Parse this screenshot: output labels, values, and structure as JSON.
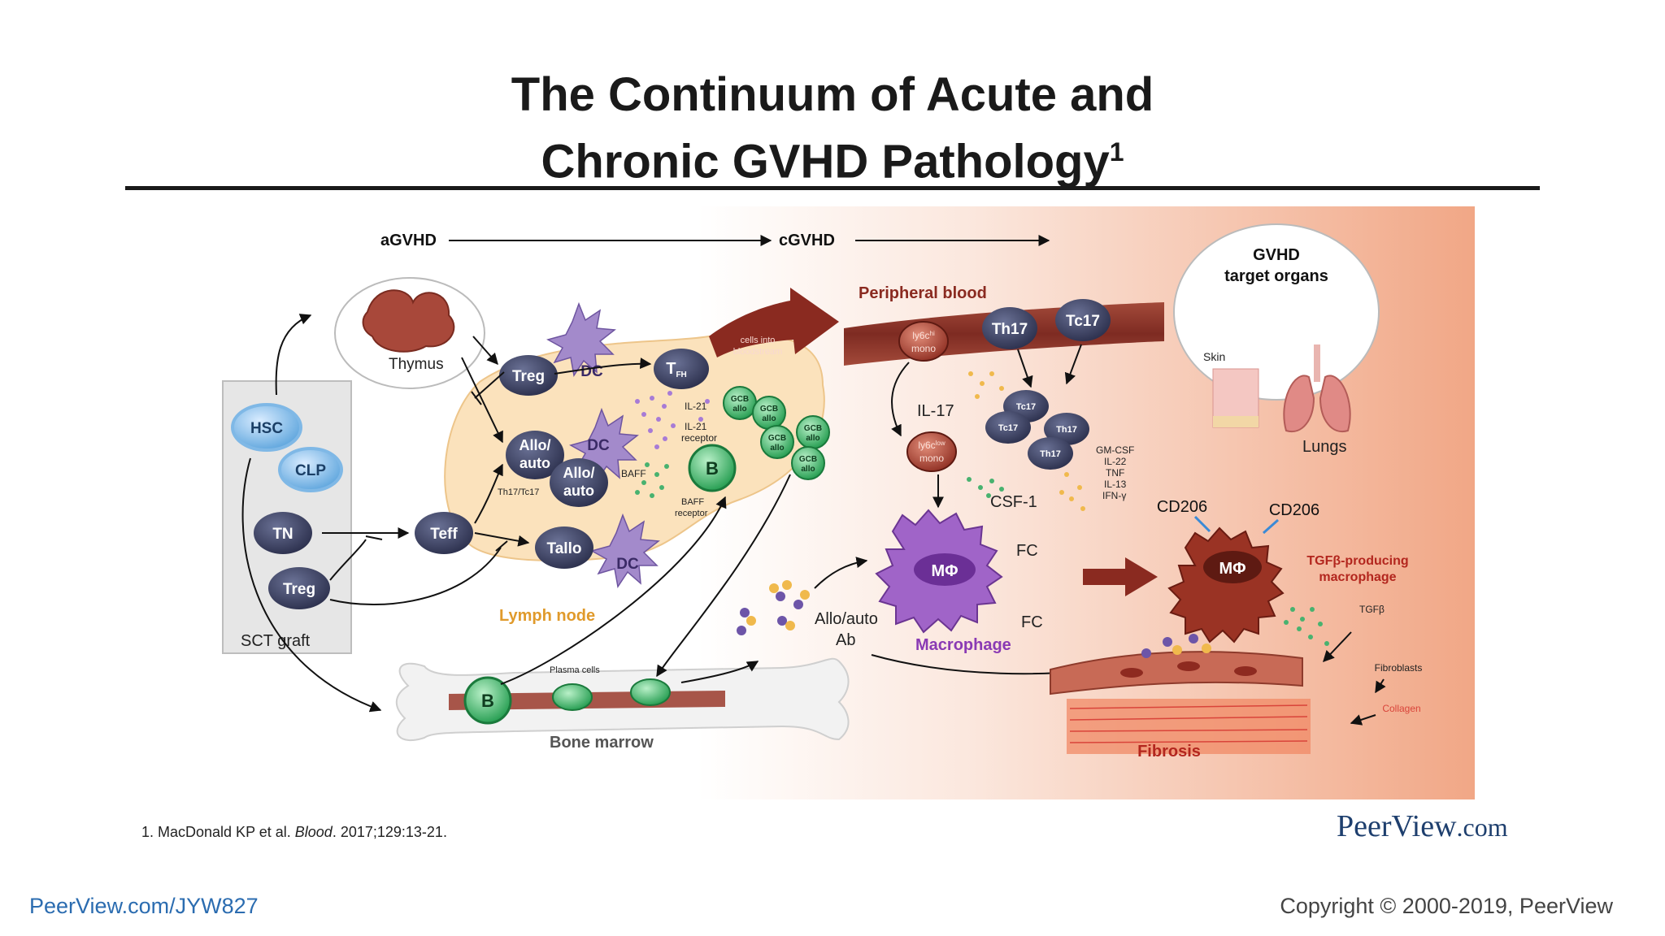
{
  "slide": {
    "title_line1": "The Continuum of Acute and",
    "title_line2": "Chronic GVHD Pathology",
    "title_sup": "1",
    "reference_prefix": "1. MacDonald KP et al. ",
    "reference_journal": "Blood",
    "reference_suffix": ". 2017;129:13-21.",
    "brand_name": "PeerView",
    "brand_domain": ".com",
    "footer_url": "PeerView.com/JYW827",
    "copyright": "Copyright © 2000-2019, PeerView"
  },
  "diagram": {
    "stages": {
      "acute": "aGVHD",
      "chronic": "cGVHD"
    },
    "graft": {
      "label": "SCT graft",
      "hsc": "HSC",
      "clp": "CLP",
      "tn": "TN",
      "treg": "Treg"
    },
    "thymus": "Thymus",
    "lymph_node": {
      "label": "Lymph node",
      "treg": "Treg",
      "dc": "DC",
      "allo1": "Allo/",
      "allo2": "auto",
      "th17": "Th17/Tc17",
      "teff": "Teff",
      "tallo": "Tallo",
      "tfh": "T",
      "tfh_sub": "FH",
      "il21": "IL-21",
      "il21r": "IL-21",
      "il21r2": "receptor",
      "gcb1": "GCB",
      "gcb2": "allo",
      "b": "B",
      "baff": "BAFF",
      "baffr": "BAFF",
      "baffr2": "receptor"
    },
    "cells_bloodstream1": "cells into",
    "cells_bloodstream2": "bloodstream",
    "blood": {
      "label": "Peripheral blood",
      "th17": "Th17",
      "tc17": "Tc17",
      "lyhi": "ly6c",
      "lyhi_sup": "hi",
      "mono": "mono",
      "lylo": "ly6c",
      "lylo_sup": "low",
      "il17": "IL-17",
      "csf1": "CSF-1",
      "cytokines": [
        "GM-CSF",
        "IL-22",
        "TNF",
        "IL-13",
        "IFN-γ"
      ]
    },
    "macrophage": {
      "symbol": "MΦ",
      "label": "Macrophage",
      "fc": "FC"
    },
    "allo_ab1": "Allo/auto",
    "allo_ab2": "Ab",
    "bone": {
      "label": "Bone marrow",
      "b": "B",
      "plasma": "Plasma cells"
    },
    "target": {
      "title1": "GVHD",
      "title2": "target organs",
      "skin": "Skin",
      "lungs": "Lungs"
    },
    "tgf": {
      "cd206": "CD206",
      "symbol": "MΦ",
      "label1": "TGFβ-producing",
      "label2": "macrophage",
      "tgfb": "TGFβ"
    },
    "fibrosis": {
      "label": "Fibrosis",
      "fibroblasts": "Fibroblasts",
      "collagen": "Collagen"
    }
  }
}
